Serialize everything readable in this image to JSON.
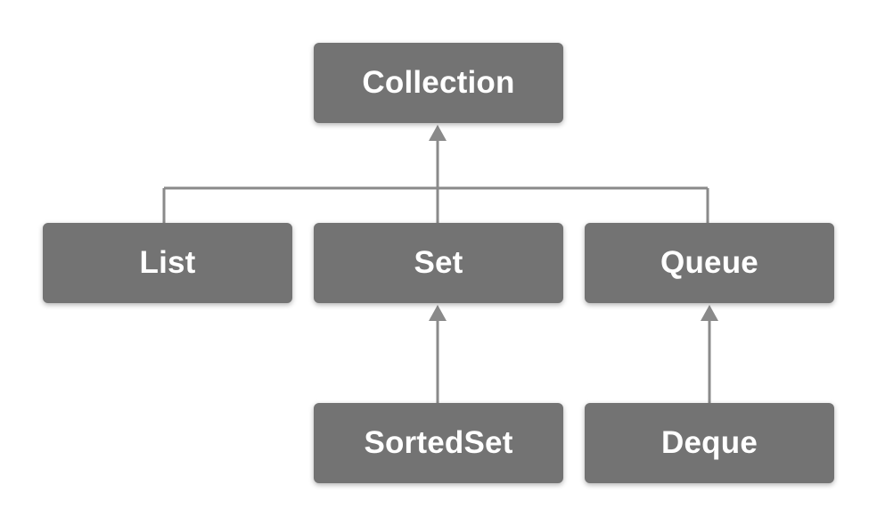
{
  "nodes": {
    "collection": "Collection",
    "list": "List",
    "set": "Set",
    "queue": "Queue",
    "sortedset": "SortedSet",
    "deque": "Deque"
  },
  "colors": {
    "node_fill": "#737373",
    "node_text": "#ffffff",
    "connector": "#8a8a8a",
    "background": "#ffffff"
  }
}
